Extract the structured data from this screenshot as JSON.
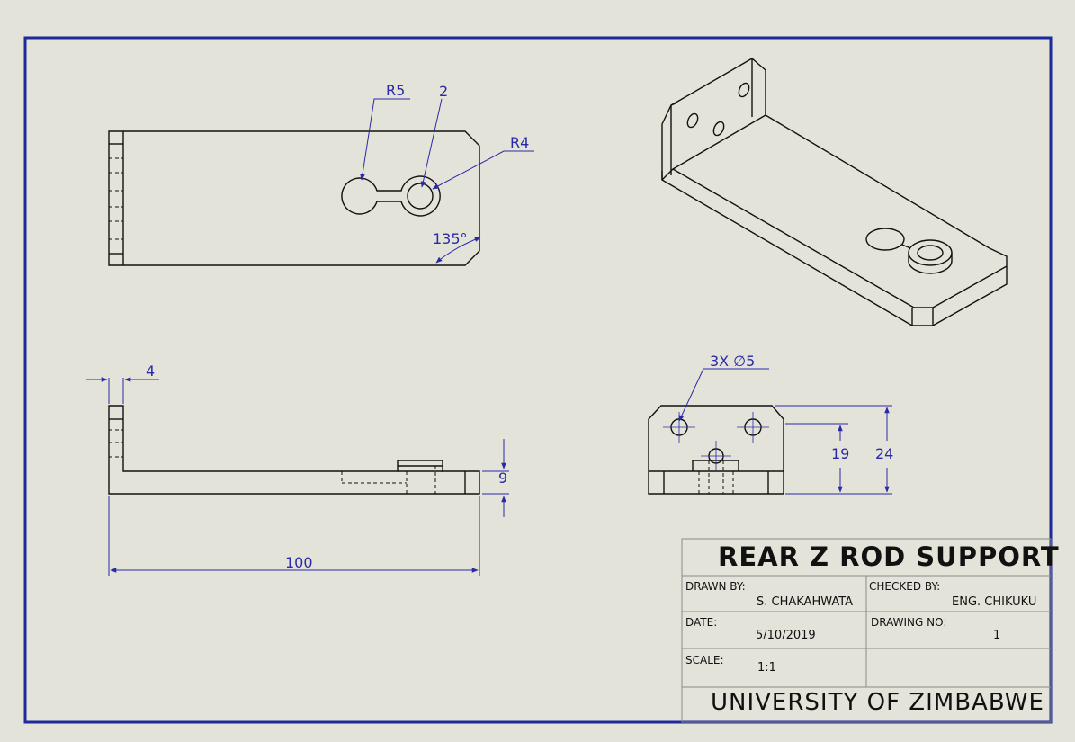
{
  "dimensions": {
    "r5": "R5",
    "d2": "2",
    "r4": "R4",
    "angle": "135°",
    "t4": "4",
    "h9": "9",
    "len100": "100",
    "holes": "3X  ∅5",
    "h19": "19",
    "h24": "24"
  },
  "title_block": {
    "title": "REAR Z ROD SUPPORT",
    "drawn_by_label": "DRAWN BY:",
    "drawn_by": "S. CHAKAHWATA",
    "checked_by_label": "CHECKED BY:",
    "checked_by": "ENG. CHIKUKU",
    "date_label": "DATE:",
    "date": "5/10/2019",
    "drawing_no_label": "DRAWING NO:",
    "drawing_no": "1",
    "scale_label": "SCALE:",
    "scale": "1:1",
    "institution": "UNIVERSITY OF ZIMBABWE"
  },
  "colors": {
    "background": "#e4e3d9",
    "border": "#1c2a9c",
    "dimension": "#2a2aa8",
    "geometry": "#111111"
  }
}
